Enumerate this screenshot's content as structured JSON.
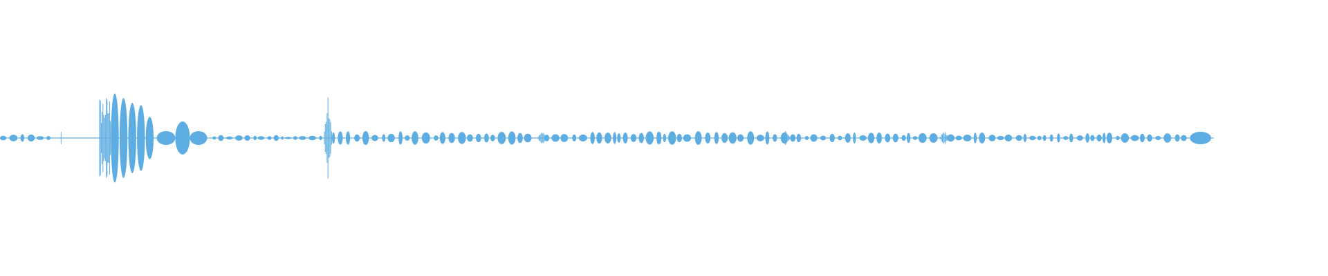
{
  "waveform": {
    "color": "#5dade2",
    "background": "#ffffff",
    "duration_fraction_filled": 0.914,
    "segments": [
      {
        "kind": "babble",
        "start": 0.0,
        "end": 0.036,
        "amp": 0.03
      },
      {
        "kind": "tick",
        "at": 0.046,
        "amp": 0.045
      },
      {
        "kind": "burst",
        "start": 0.075,
        "end": 0.116,
        "amp": 0.34
      },
      {
        "kind": "blob",
        "start": 0.118,
        "end": 0.132,
        "amp": 0.05
      },
      {
        "kind": "blob",
        "start": 0.132,
        "end": 0.143,
        "amp": 0.12
      },
      {
        "kind": "blob",
        "start": 0.143,
        "end": 0.156,
        "amp": 0.05
      },
      {
        "kind": "babble",
        "start": 0.16,
        "end": 0.242,
        "amp": 0.022
      },
      {
        "kind": "spike",
        "at": 0.247,
        "amp": 0.3
      },
      {
        "kind": "babble",
        "start": 0.25,
        "end": 0.4,
        "amp": 0.055
      },
      {
        "kind": "spike",
        "at": 0.408,
        "amp": 0.07
      },
      {
        "kind": "babble",
        "start": 0.41,
        "end": 0.588,
        "amp": 0.05
      },
      {
        "kind": "spike",
        "at": 0.592,
        "amp": 0.07
      },
      {
        "kind": "babble",
        "start": 0.595,
        "end": 0.705,
        "amp": 0.04
      },
      {
        "kind": "spike",
        "at": 0.711,
        "amp": 0.06
      },
      {
        "kind": "babble",
        "start": 0.713,
        "end": 0.893,
        "amp": 0.04
      },
      {
        "kind": "blob",
        "start": 0.896,
        "end": 0.912,
        "amp": 0.045
      }
    ]
  }
}
